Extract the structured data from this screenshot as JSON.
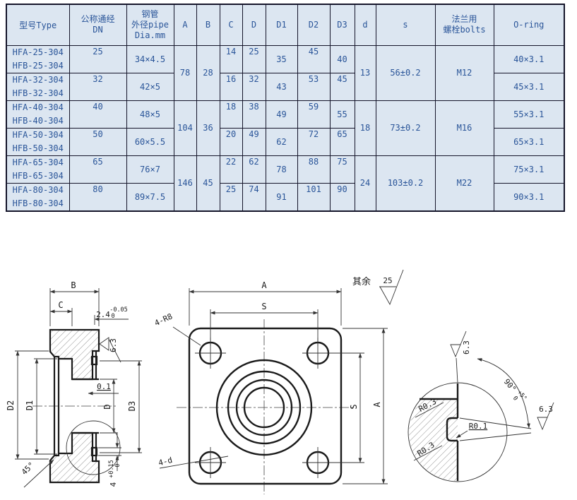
{
  "colors": {
    "table_bg": "#dce6f1",
    "table_text": "#2a5599"
  },
  "table": {
    "headers": {
      "type": "型号Type",
      "dn1": "公称通经",
      "dn2": "DN",
      "pipe1": "钢管",
      "pipe2": "外径pipe",
      "pipe3": "Dia.mm",
      "a": "A",
      "b": "B",
      "c": "C",
      "dcol": "D",
      "d1": "D1",
      "d2": "D2",
      "d3": "D3",
      "dsm": "d",
      "s": "s",
      "bolts1": "法兰用",
      "bolts2": "螺栓bolts",
      "oring": "O-ring"
    },
    "groups": [
      {
        "a": "78",
        "b": "28",
        "d": "13",
        "s": "56±0.2",
        "bolts": "M12",
        "rows": [
          {
            "type1": "HFA-25-304",
            "type2": "HFB-25-304",
            "dn": "25",
            "pipe": "34×4.5",
            "c": "14",
            "dd": "25",
            "d1": "35",
            "d2": "45",
            "d3": "40",
            "oring": "40×3.1"
          },
          {
            "type1": "HFA-32-304",
            "type2": "HFB-32-304",
            "dn": "32",
            "pipe": "42×5",
            "c": "16",
            "dd": "32",
            "d1": "43",
            "d2": "53",
            "d3": "45",
            "oring": "45×3.1"
          }
        ]
      },
      {
        "a": "104",
        "b": "36",
        "d": "18",
        "s": "73±0.2",
        "bolts": "M16",
        "rows": [
          {
            "type1": "HFA-40-304",
            "type2": "HFB-40-304",
            "dn": "40",
            "pipe": "48×5",
            "c": "18",
            "dd": "38",
            "d1": "49",
            "d2": "59",
            "d3": "55",
            "oring": "55×3.1"
          },
          {
            "type1": "HFA-50-304",
            "type2": "HFB-50-304",
            "dn": "50",
            "pipe": "60×5.5",
            "c": "20",
            "dd": "49",
            "d1": "62",
            "d2": "72",
            "d3": "65",
            "oring": "65×3.1"
          }
        ]
      },
      {
        "a": "146",
        "b": "45",
        "d": "24",
        "s": "103±0.2",
        "bolts": "M22",
        "rows": [
          {
            "type1": "HFA-65-304",
            "type2": "HFB-65-304",
            "dn": "65",
            "pipe": "76×7",
            "c": "22",
            "dd": "62",
            "d1": "78",
            "d2": "88",
            "d3": "75",
            "oring": "75×3.1"
          },
          {
            "type1": "HFA-80-304",
            "type2": "HFB-80-304",
            "dn": "80",
            "pipe": "89×7.5",
            "c": "25",
            "dd": "74",
            "d1": "91",
            "d2": "101",
            "d3": "90",
            "oring": "90×3.1"
          }
        ]
      }
    ]
  },
  "section_view": {
    "dim_b": "B",
    "dim_c": "C",
    "lip": "2.4",
    "lip_tol_upper": "-0.05",
    "lip_tol_lower": "0",
    "finish": "6.3",
    "dim_d2": "D2",
    "dim_d1": "D1",
    "dim_d": "D",
    "dim_d3": "D3",
    "step": "0.1",
    "chamfer": "45°",
    "depth": "4",
    "depth_tol_upper": "+0.15",
    "depth_tol_lower": "0"
  },
  "front_view": {
    "dim_a_top": "A",
    "dim_s_top": "S",
    "corner_note": "4-R8",
    "hole_note": "4-d",
    "dim_s_side": "S",
    "dim_a_side": "A"
  },
  "detail_view": {
    "others_label": "其余",
    "others_value": "25",
    "finish_top": "6.3",
    "angle": "90°",
    "angle_tol_upper": "+5°",
    "angle_tol_lower": "0",
    "radius1": "R0.3",
    "radius2": "R0.1",
    "radius3": "R0.3",
    "finish_side": "6.3"
  }
}
